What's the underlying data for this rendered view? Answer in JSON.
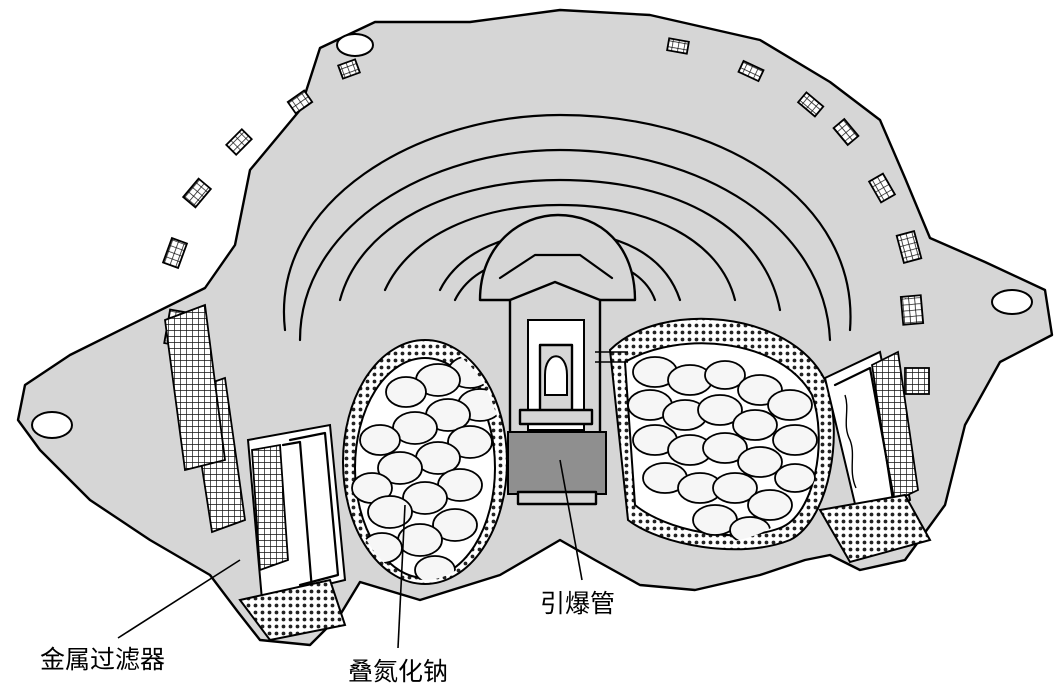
{
  "diagram": {
    "subject": "",
    "labels": {
      "metal_filter": "金属过滤器",
      "sodium_azide": "叠氮化钠",
      "detonator": "引爆管"
    },
    "colors": {
      "background": "#ffffff",
      "housing": "#d6d6d6",
      "detonator_base": "#8f8f8f",
      "pellets": "#f6f6f6",
      "line": "#000000"
    },
    "icons": [
      "inflator-cutaway-illustration"
    ]
  }
}
